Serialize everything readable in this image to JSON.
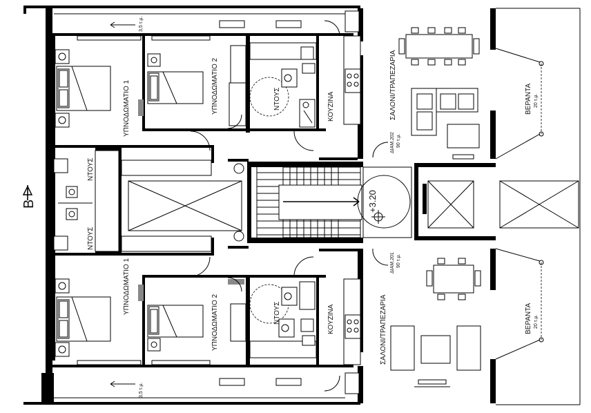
{
  "plan": {
    "section_marker": "B",
    "units": [
      {
        "id": "upper",
        "bedroom1": "ΥΠΝΟΔΩΜΑΤΙΟ 1",
        "bedroom2": "ΥΠΝΟΔΩΜΑΤΙΟ 2",
        "shower_bedroom": "ΝΤΟΥΣ",
        "shower_common": "ΝΤΟΥΣ",
        "kitchen": "ΚΟΥΖΙΝΑ",
        "living": "ΣΑΛΟΝΙ/ΤΡΑΠΕΖΑΡΙΑ",
        "veranda": "ΒΕΡΑΝΤΑ",
        "veranda_area": "20 τ.μ.",
        "balcony_area": "3,5 τ.μ.",
        "apartment_no": "ΔΙΑΜ.202",
        "apartment_area": "90 τ.μ."
      },
      {
        "id": "lower",
        "bedroom1": "ΥΠΝΟΔΩΜΑΤΙΟ 1",
        "bedroom2": "ΥΠΝΟΔΩΜΑΤΙΟ 2",
        "shower_bedroom": "ΝΤΟΥΣ",
        "shower_common": "ΝΤΟΥΣ",
        "kitchen": "ΚΟΥΖΙΝΑ",
        "living": "ΣΑΛΟΝΙ/ΤΡΑΠΕΖΑΡΙΑ",
        "veranda": "ΒΕΡΑΝΤΑ",
        "veranda_area": "20 τ.μ.",
        "balcony_area": "3,5 τ.μ.",
        "apartment_no": "ΔΙΑΜ.201",
        "apartment_area": "90 τ.μ."
      }
    ],
    "stair_level": "+3.20"
  }
}
